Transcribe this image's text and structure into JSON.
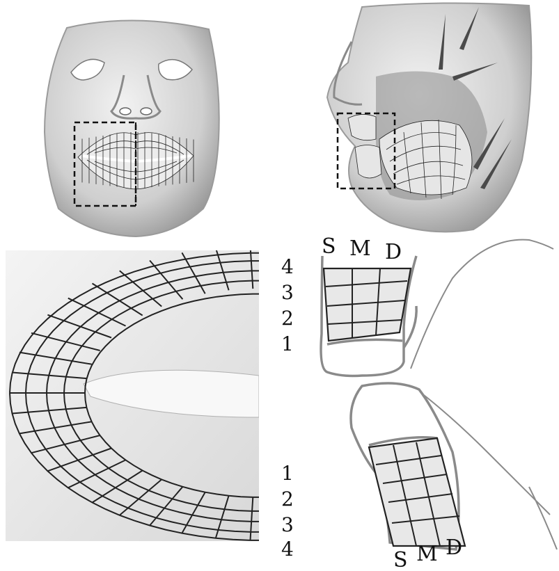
{
  "panels": {
    "front_view": "",
    "side_view": "",
    "front_closeup": "",
    "side_closeup": ""
  },
  "layer_labels": {
    "upper": [
      "4",
      "3",
      "2",
      "1"
    ],
    "lower": [
      "1",
      "2",
      "3",
      "4"
    ]
  },
  "depth_labels": {
    "upper": [
      "S",
      "M",
      "D"
    ],
    "lower": [
      "S",
      "M",
      "D"
    ]
  },
  "colors": {
    "skin": "#d6d6d6",
    "mesh_line": "#222222",
    "outline": "#8a8a8a",
    "dashed_box": "#111111",
    "background": "#ffffff"
  }
}
